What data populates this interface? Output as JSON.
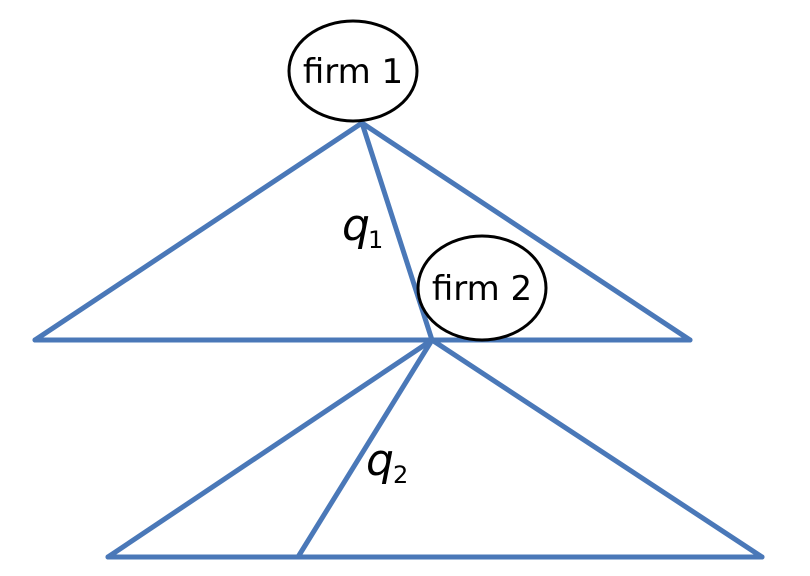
{
  "colors": {
    "edge": "#4a78b8",
    "node_stroke": "#000000",
    "text": "#000000"
  },
  "nodes": {
    "firm1": {
      "label": "firm 1"
    },
    "firm2": {
      "label": "firm 2"
    }
  },
  "actions": {
    "q1": {
      "symbol": "q",
      "subscript": "1"
    },
    "q2": {
      "symbol": "q",
      "subscript": "2"
    }
  }
}
